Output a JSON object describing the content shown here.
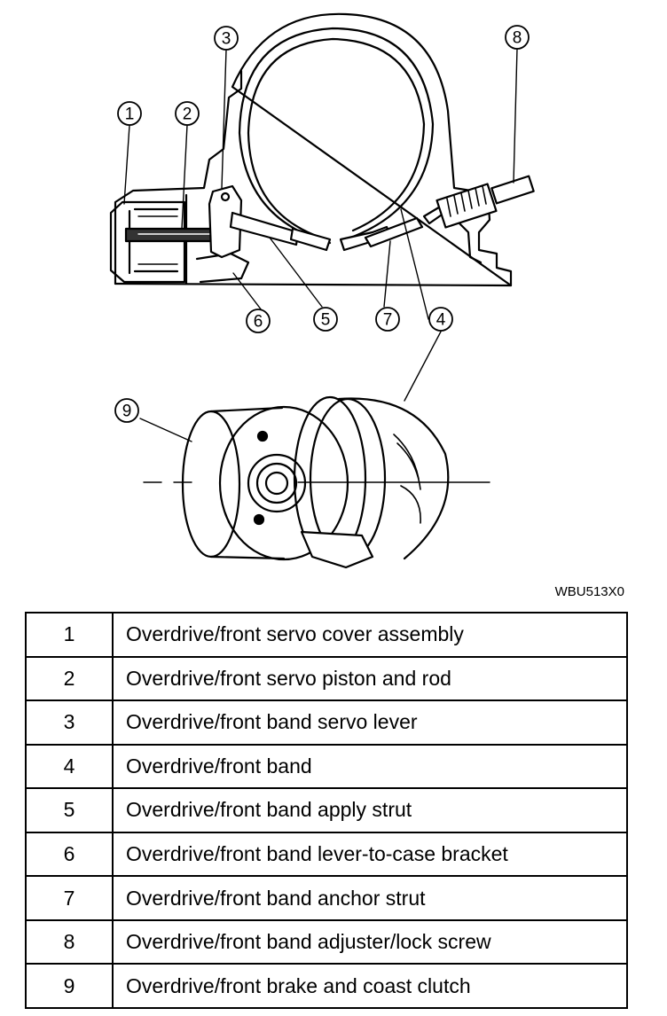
{
  "figure": {
    "code": "WBU513X0",
    "callouts": [
      "1",
      "2",
      "3",
      "4",
      "5",
      "6",
      "7",
      "8",
      "9"
    ]
  },
  "legend": [
    {
      "num": "1",
      "desc": "Overdrive/front servo cover assembly"
    },
    {
      "num": "2",
      "desc": "Overdrive/front servo piston and rod"
    },
    {
      "num": "3",
      "desc": "Overdrive/front band servo lever"
    },
    {
      "num": "4",
      "desc": "Overdrive/front band"
    },
    {
      "num": "5",
      "desc": "Overdrive/front band apply strut"
    },
    {
      "num": "6",
      "desc": "Overdrive/front band lever-to-case bracket"
    },
    {
      "num": "7",
      "desc": "Overdrive/front band anchor strut"
    },
    {
      "num": "8",
      "desc": "Overdrive/front band adjuster/lock screw"
    },
    {
      "num": "9",
      "desc": "Overdrive/front brake and coast clutch"
    }
  ]
}
